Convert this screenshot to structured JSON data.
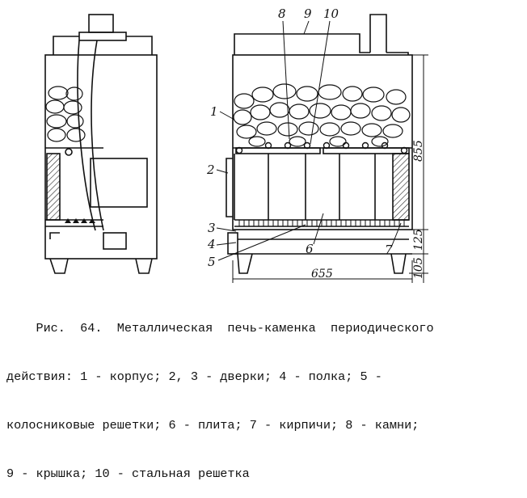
{
  "figure": {
    "callouts": [
      "1",
      "2",
      "3",
      "4",
      "5",
      "6",
      "7",
      "8",
      "9",
      "10"
    ],
    "dimensions": {
      "width": "655",
      "height_top": "855",
      "height_mid": "125",
      "height_bottom": "105"
    }
  },
  "caption": {
    "line1": "    Рис.  64.  Металлическая  печь-каменка  периодического",
    "line2": "действия: 1 - корпус; 2, 3 - дверки; 4 - полка; 5 -",
    "line3": "колосниковые решетки; 6 - плита; 7 - кирпичи; 8 - камни;",
    "line4": "9 - крышка; 10 - стальная решетка"
  }
}
